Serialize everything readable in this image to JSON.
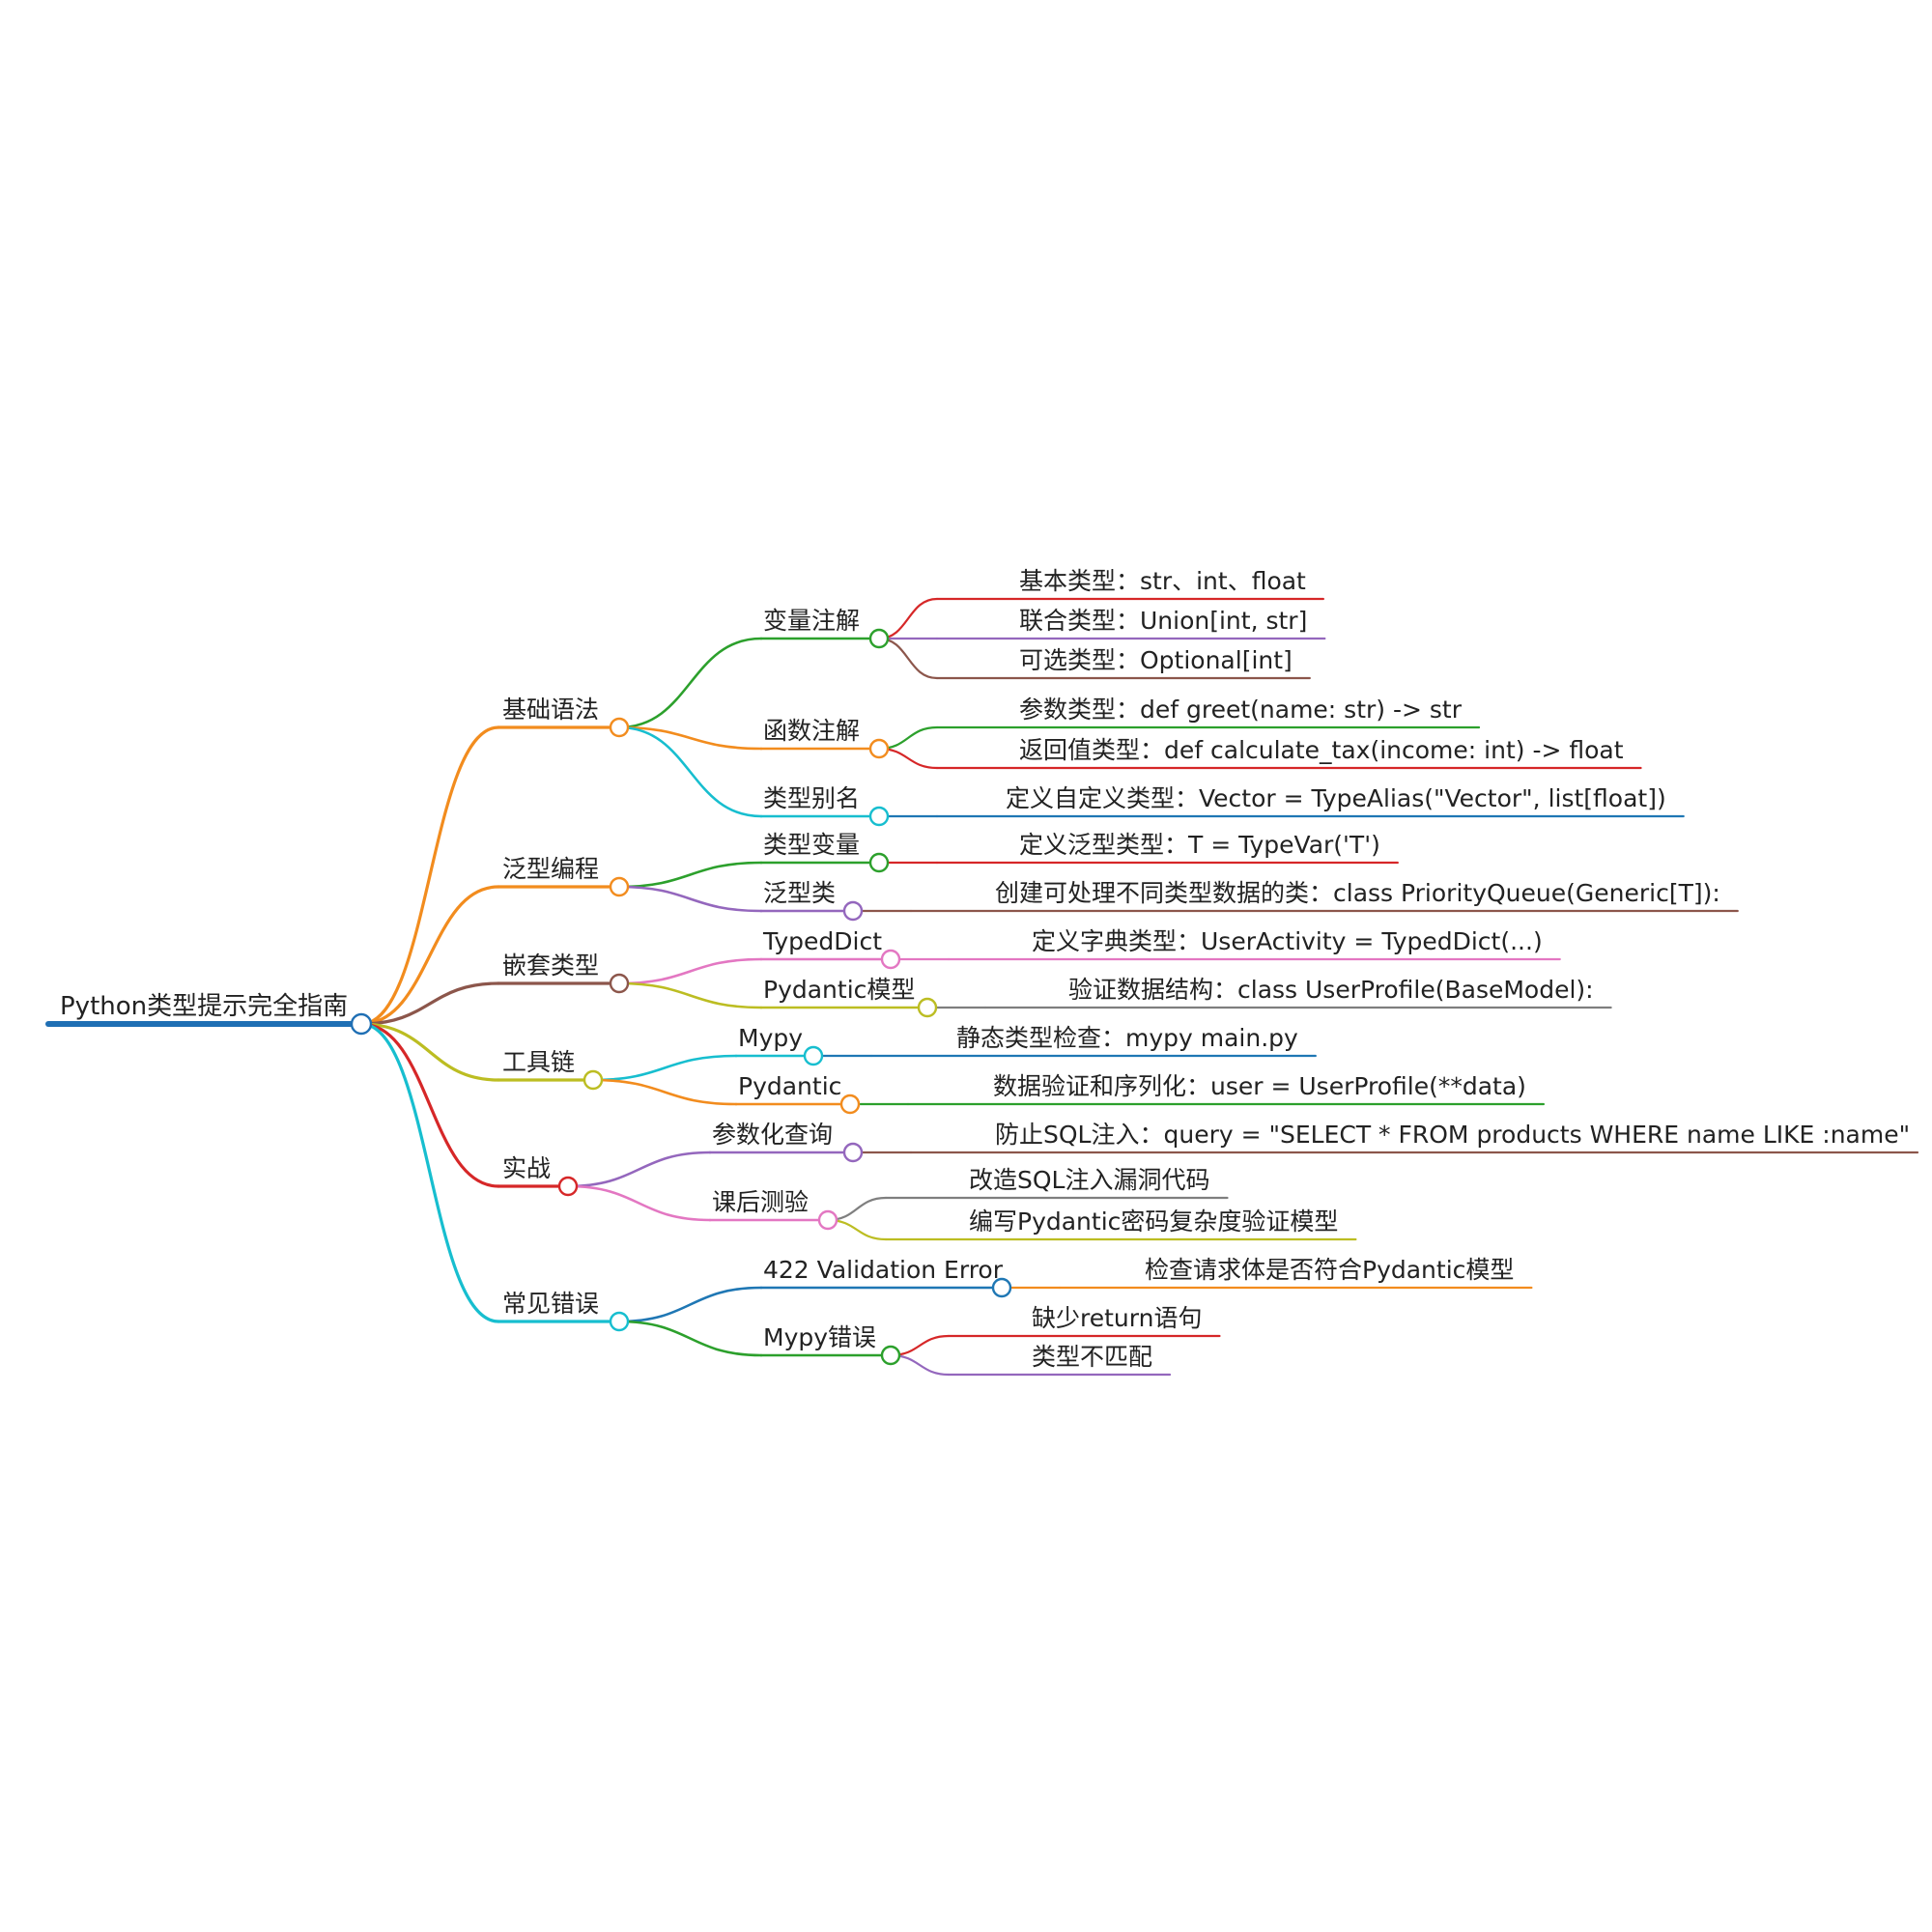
{
  "root": {
    "label": "Python类型提示完全指南",
    "color": "#1f6fb4",
    "children": [
      {
        "label": "基础语法",
        "color": "#f28c1e",
        "children": [
          {
            "label": "变量注解",
            "color": "#2ca02c",
            "children": [
              {
                "label": "基本类型：str、int、float",
                "color": "#d62728"
              },
              {
                "label": "联合类型：Union[int, str]",
                "color": "#9467bd"
              },
              {
                "label": "可选类型：Optional[int]",
                "color": "#8c564b"
              }
            ]
          },
          {
            "label": "函数注解",
            "color": "#f28c1e",
            "children": [
              {
                "label": "参数类型：def greet(name: str) -> str",
                "color": "#2ca02c"
              },
              {
                "label": "返回值类型：def calculate_tax(income: int) -> float",
                "color": "#d62728"
              }
            ]
          },
          {
            "label": "类型别名",
            "color": "#17becf",
            "children": [
              {
                "label": "定义自定义类型：Vector = TypeAlias(\"Vector\", list[float])",
                "color": "#1f77b4"
              }
            ]
          }
        ]
      },
      {
        "label": "泛型编程",
        "color": "#f28c1e",
        "children": [
          {
            "label": "类型变量",
            "color": "#2ca02c",
            "children": [
              {
                "label": "定义泛型类型：T = TypeVar('T')",
                "color": "#d62728"
              }
            ]
          },
          {
            "label": "泛型类",
            "color": "#9467bd",
            "children": [
              {
                "label": "创建可处理不同类型数据的类：class PriorityQueue(Generic[T]):",
                "color": "#8c564b"
              }
            ]
          }
        ]
      },
      {
        "label": "嵌套类型",
        "color": "#8c564b",
        "children": [
          {
            "label": "TypedDict",
            "color": "#e377c2",
            "children": [
              {
                "label": "定义字典类型：UserActivity = TypedDict(...)",
                "color": "#e377c2"
              }
            ]
          },
          {
            "label": "Pydantic模型",
            "color": "#bcbd22",
            "children": [
              {
                "label": "验证数据结构：class UserProfile(BaseModel):",
                "color": "#7f7f7f"
              }
            ]
          }
        ]
      },
      {
        "label": "工具链",
        "color": "#bcbd22",
        "children": [
          {
            "label": "Mypy",
            "color": "#17becf",
            "children": [
              {
                "label": "静态类型检查：mypy main.py",
                "color": "#1f77b4"
              }
            ]
          },
          {
            "label": "Pydantic",
            "color": "#f28c1e",
            "children": [
              {
                "label": "数据验证和序列化：user = UserProfile(**data)",
                "color": "#2ca02c"
              }
            ]
          }
        ]
      },
      {
        "label": "实战",
        "color": "#d62728",
        "children": [
          {
            "label": "参数化查询",
            "color": "#9467bd",
            "children": [
              {
                "label": "防止SQL注入：query = \"SELECT * FROM products WHERE name LIKE :name\"",
                "color": "#8c564b"
              }
            ]
          },
          {
            "label": "课后测验",
            "color": "#e377c2",
            "children": [
              {
                "label": "改造SQL注入漏洞代码",
                "color": "#7f7f7f"
              },
              {
                "label": "编写Pydantic密码复杂度验证模型",
                "color": "#bcbd22"
              }
            ]
          }
        ]
      },
      {
        "label": "常见错误",
        "color": "#17becf",
        "children": [
          {
            "label": "422 Validation Error",
            "color": "#1f77b4",
            "children": [
              {
                "label": "检查请求体是否符合Pydantic模型",
                "color": "#f28c1e"
              }
            ]
          },
          {
            "label": "Mypy错误",
            "color": "#2ca02c",
            "children": [
              {
                "label": "缺少return语句",
                "color": "#d62728"
              },
              {
                "label": "类型不匹配",
                "color": "#9467bd"
              }
            ]
          }
        ]
      }
    ]
  }
}
